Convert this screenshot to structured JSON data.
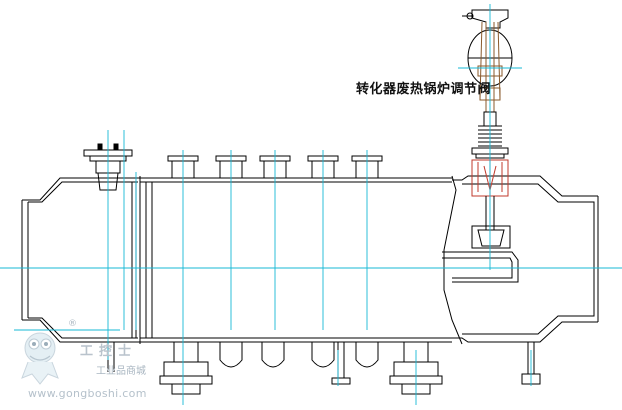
{
  "diagram": {
    "title": "转化器废热锅炉调节阀"
  },
  "watermark": {
    "brand_cn": "工控士",
    "subtitle": "工业品商城",
    "url": "www.gongboshi.com",
    "registered": "®"
  },
  "colors": {
    "line": "#000000",
    "centerline": "#17b8d6",
    "valve_red": "#c0392b",
    "valve_brown": "#8a5a2b"
  }
}
